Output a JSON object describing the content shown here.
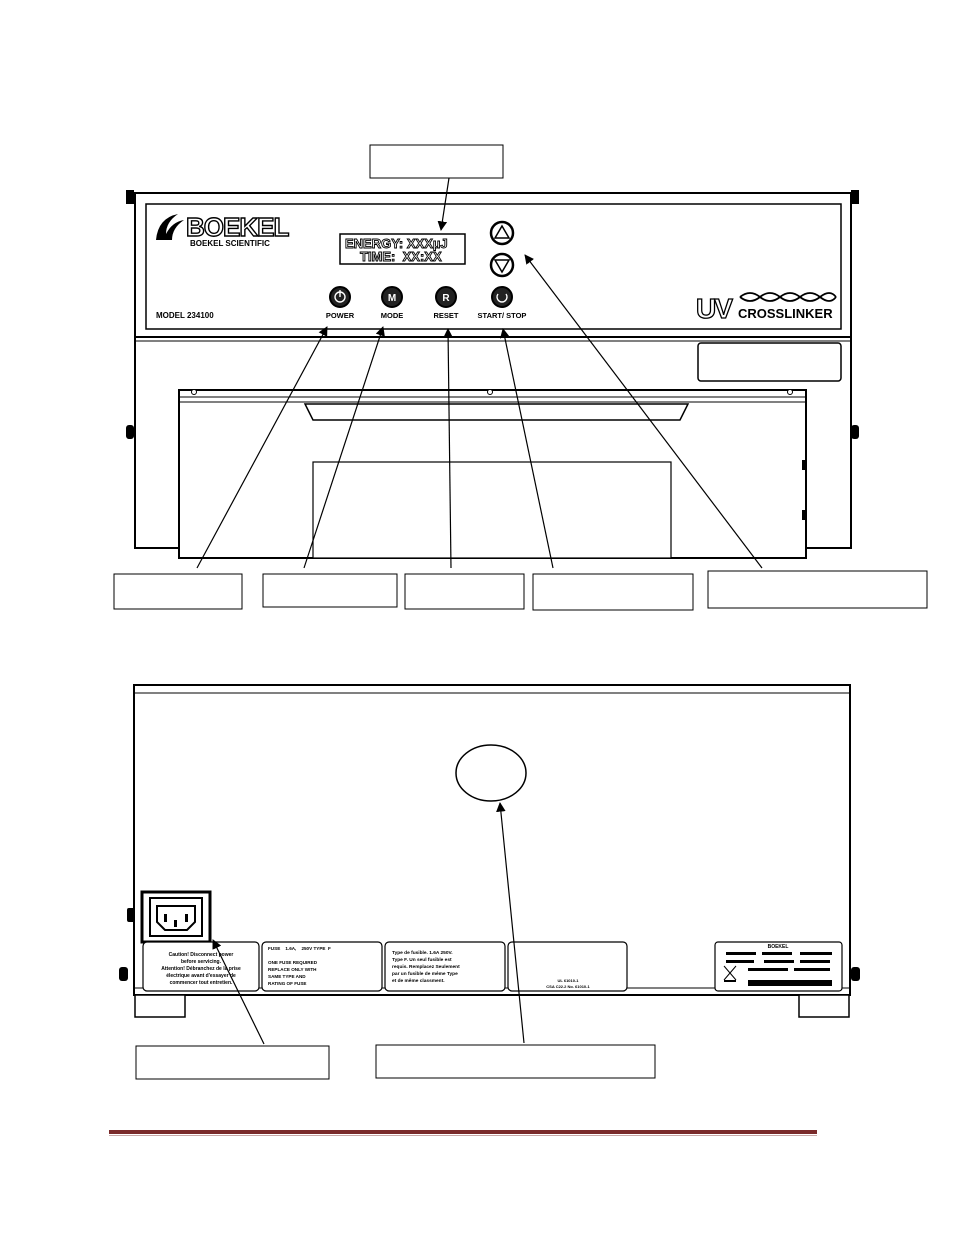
{
  "front_panel": {
    "brand_name": "BOEKEL",
    "brand_subtitle": "BOEKEL SCIENTIFIC",
    "model_label": "MODEL 234100",
    "display_line1": "ENERGY: XXXµJ",
    "display_line2": "TIME:  XX:XX",
    "buttons": [
      {
        "label": "POWER",
        "glyph": "⏻"
      },
      {
        "label": "MODE",
        "glyph": "M"
      },
      {
        "label": "RESET",
        "glyph": "R"
      },
      {
        "label": "START/ STOP",
        "glyph": "↻"
      }
    ],
    "arrow_up_glyph": "△",
    "arrow_down_glyph": "▽",
    "product_uv": "UV",
    "product_name": "CROSSLINKER"
  },
  "rear_panel": {
    "warning_label": [
      "Caution! Disconnect power",
      "before servicing.",
      "Attention! Débranchez de la prise",
      "électrique avant d'essayer de",
      "commencer tout entretien."
    ],
    "fuse_label": [
      "FUSE    1.6A,    250V TYPE  F",
      "",
      "ONE FUSE REQUIRED",
      "REPLACE ONLY WITH",
      "SAME TYPE AND",
      "RATING OF FUSE"
    ],
    "fuse_label_fr": [
      "Type de fusible. 1.6A 250V.",
      "Type F. Un seul fusible est",
      "requis. Remplacez Seulement",
      "par un fusible de même Type",
      "et de même classment."
    ],
    "cert_label": [
      "UL 61010-1",
      "CSA C22.2 No. 61010-1"
    ],
    "rating_brand": "BOEKEL"
  },
  "colors": {
    "line": "#000000",
    "footer_rule": "#7a2b2b"
  }
}
